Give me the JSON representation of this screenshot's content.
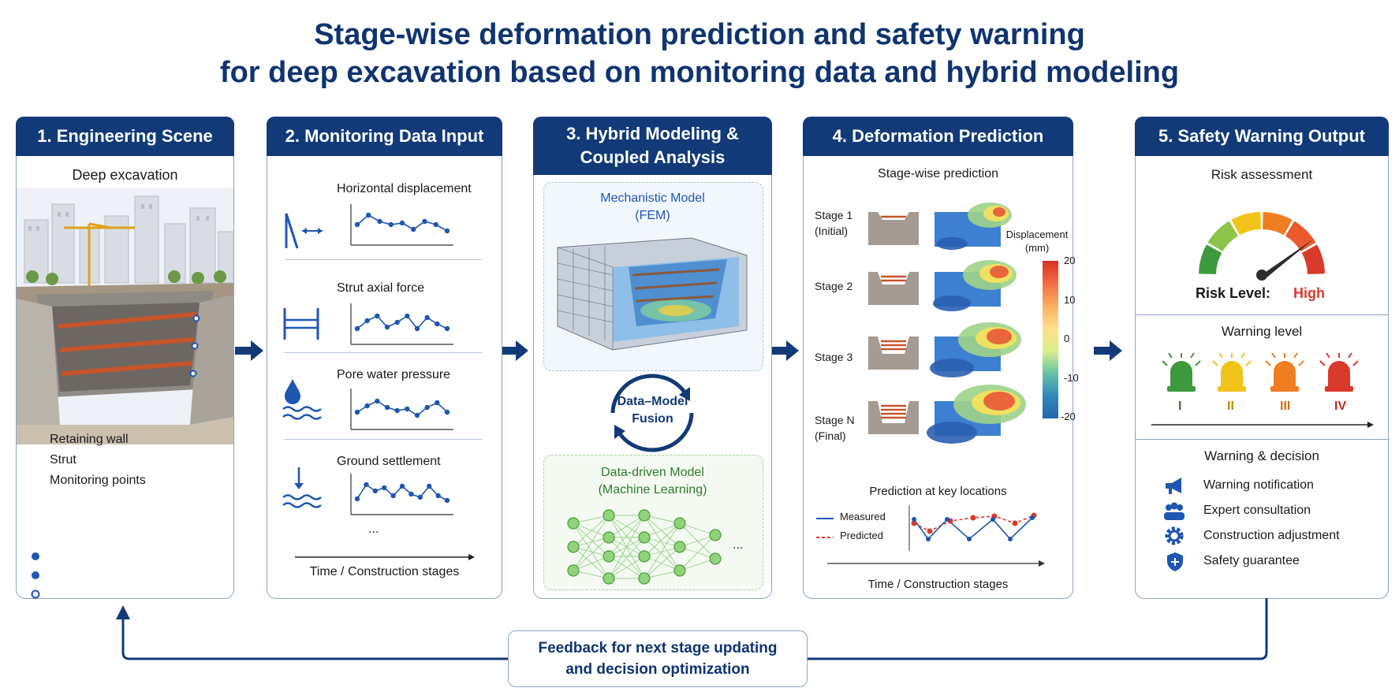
{
  "title": {
    "line1": "Stage-wise deformation prediction and safety warning",
    "line2": "for deep excavation based on monitoring data and hybrid modeling"
  },
  "panel1": {
    "title": "1. Engineering Scene",
    "subtitle": "Deep excavation",
    "legend": [
      "Retaining wall",
      "Strut",
      "Monitoring points"
    ]
  },
  "panel2": {
    "title": "2. Monitoring Data Input",
    "series": [
      "Horizontal displacement",
      "Strut axial force",
      "Pore water pressure",
      "Ground settlement"
    ],
    "ellipsis": "...",
    "xaxis": "Time / Construction stages"
  },
  "panel3": {
    "title_line1": "3. Hybrid Modeling &",
    "title_line2": "Coupled Analysis",
    "mech_line1": "Mechanistic Model",
    "mech_line2": "(FEM)",
    "fusion_line1": "Data–Model",
    "fusion_line2": "Fusion",
    "dd_line1": "Data-driven Model",
    "dd_line2": "(Machine Learning)",
    "ellipsis": "..."
  },
  "panel4": {
    "title": "4. Deformation Prediction",
    "subtitle": "Stage-wise prediction",
    "stages": [
      {
        "line1": "Stage 1",
        "line2": "(Initial)"
      },
      {
        "line1": "Stage 2",
        "line2": ""
      },
      {
        "line1": "Stage 3",
        "line2": ""
      },
      {
        "line1": "Stage N",
        "line2": "(Final)"
      }
    ],
    "colorbar": {
      "label_line1": "Displacement",
      "label_line2": "(mm)",
      "ticks": [
        "20",
        "10",
        "0",
        "-10",
        "-20"
      ]
    },
    "keyloc_title": "Prediction at key locations",
    "legend": [
      "Measured",
      "Predicted"
    ],
    "xaxis": "Time / Construction stages"
  },
  "panel5": {
    "title": "5. Safety Warning Output",
    "risk_title": "Risk assessment",
    "risk_label": "Risk Level:",
    "risk_value": "High",
    "warning_title": "Warning level",
    "levels": [
      "I",
      "II",
      "III",
      "IV"
    ],
    "decision_title": "Warning & decision",
    "decisions": [
      "Warning notification",
      "Expert consultation",
      "Construction adjustment",
      "Safety guarantee"
    ]
  },
  "feedback": {
    "line1": "Feedback for next stage updating",
    "line2": "and decision optimization"
  },
  "colors": {
    "navy": "#123a78",
    "blue": "#1f56b3",
    "red": "#d93a2b",
    "green": "#3c9a3c",
    "yellow": "#f2c318",
    "orange": "#ef7d22"
  }
}
